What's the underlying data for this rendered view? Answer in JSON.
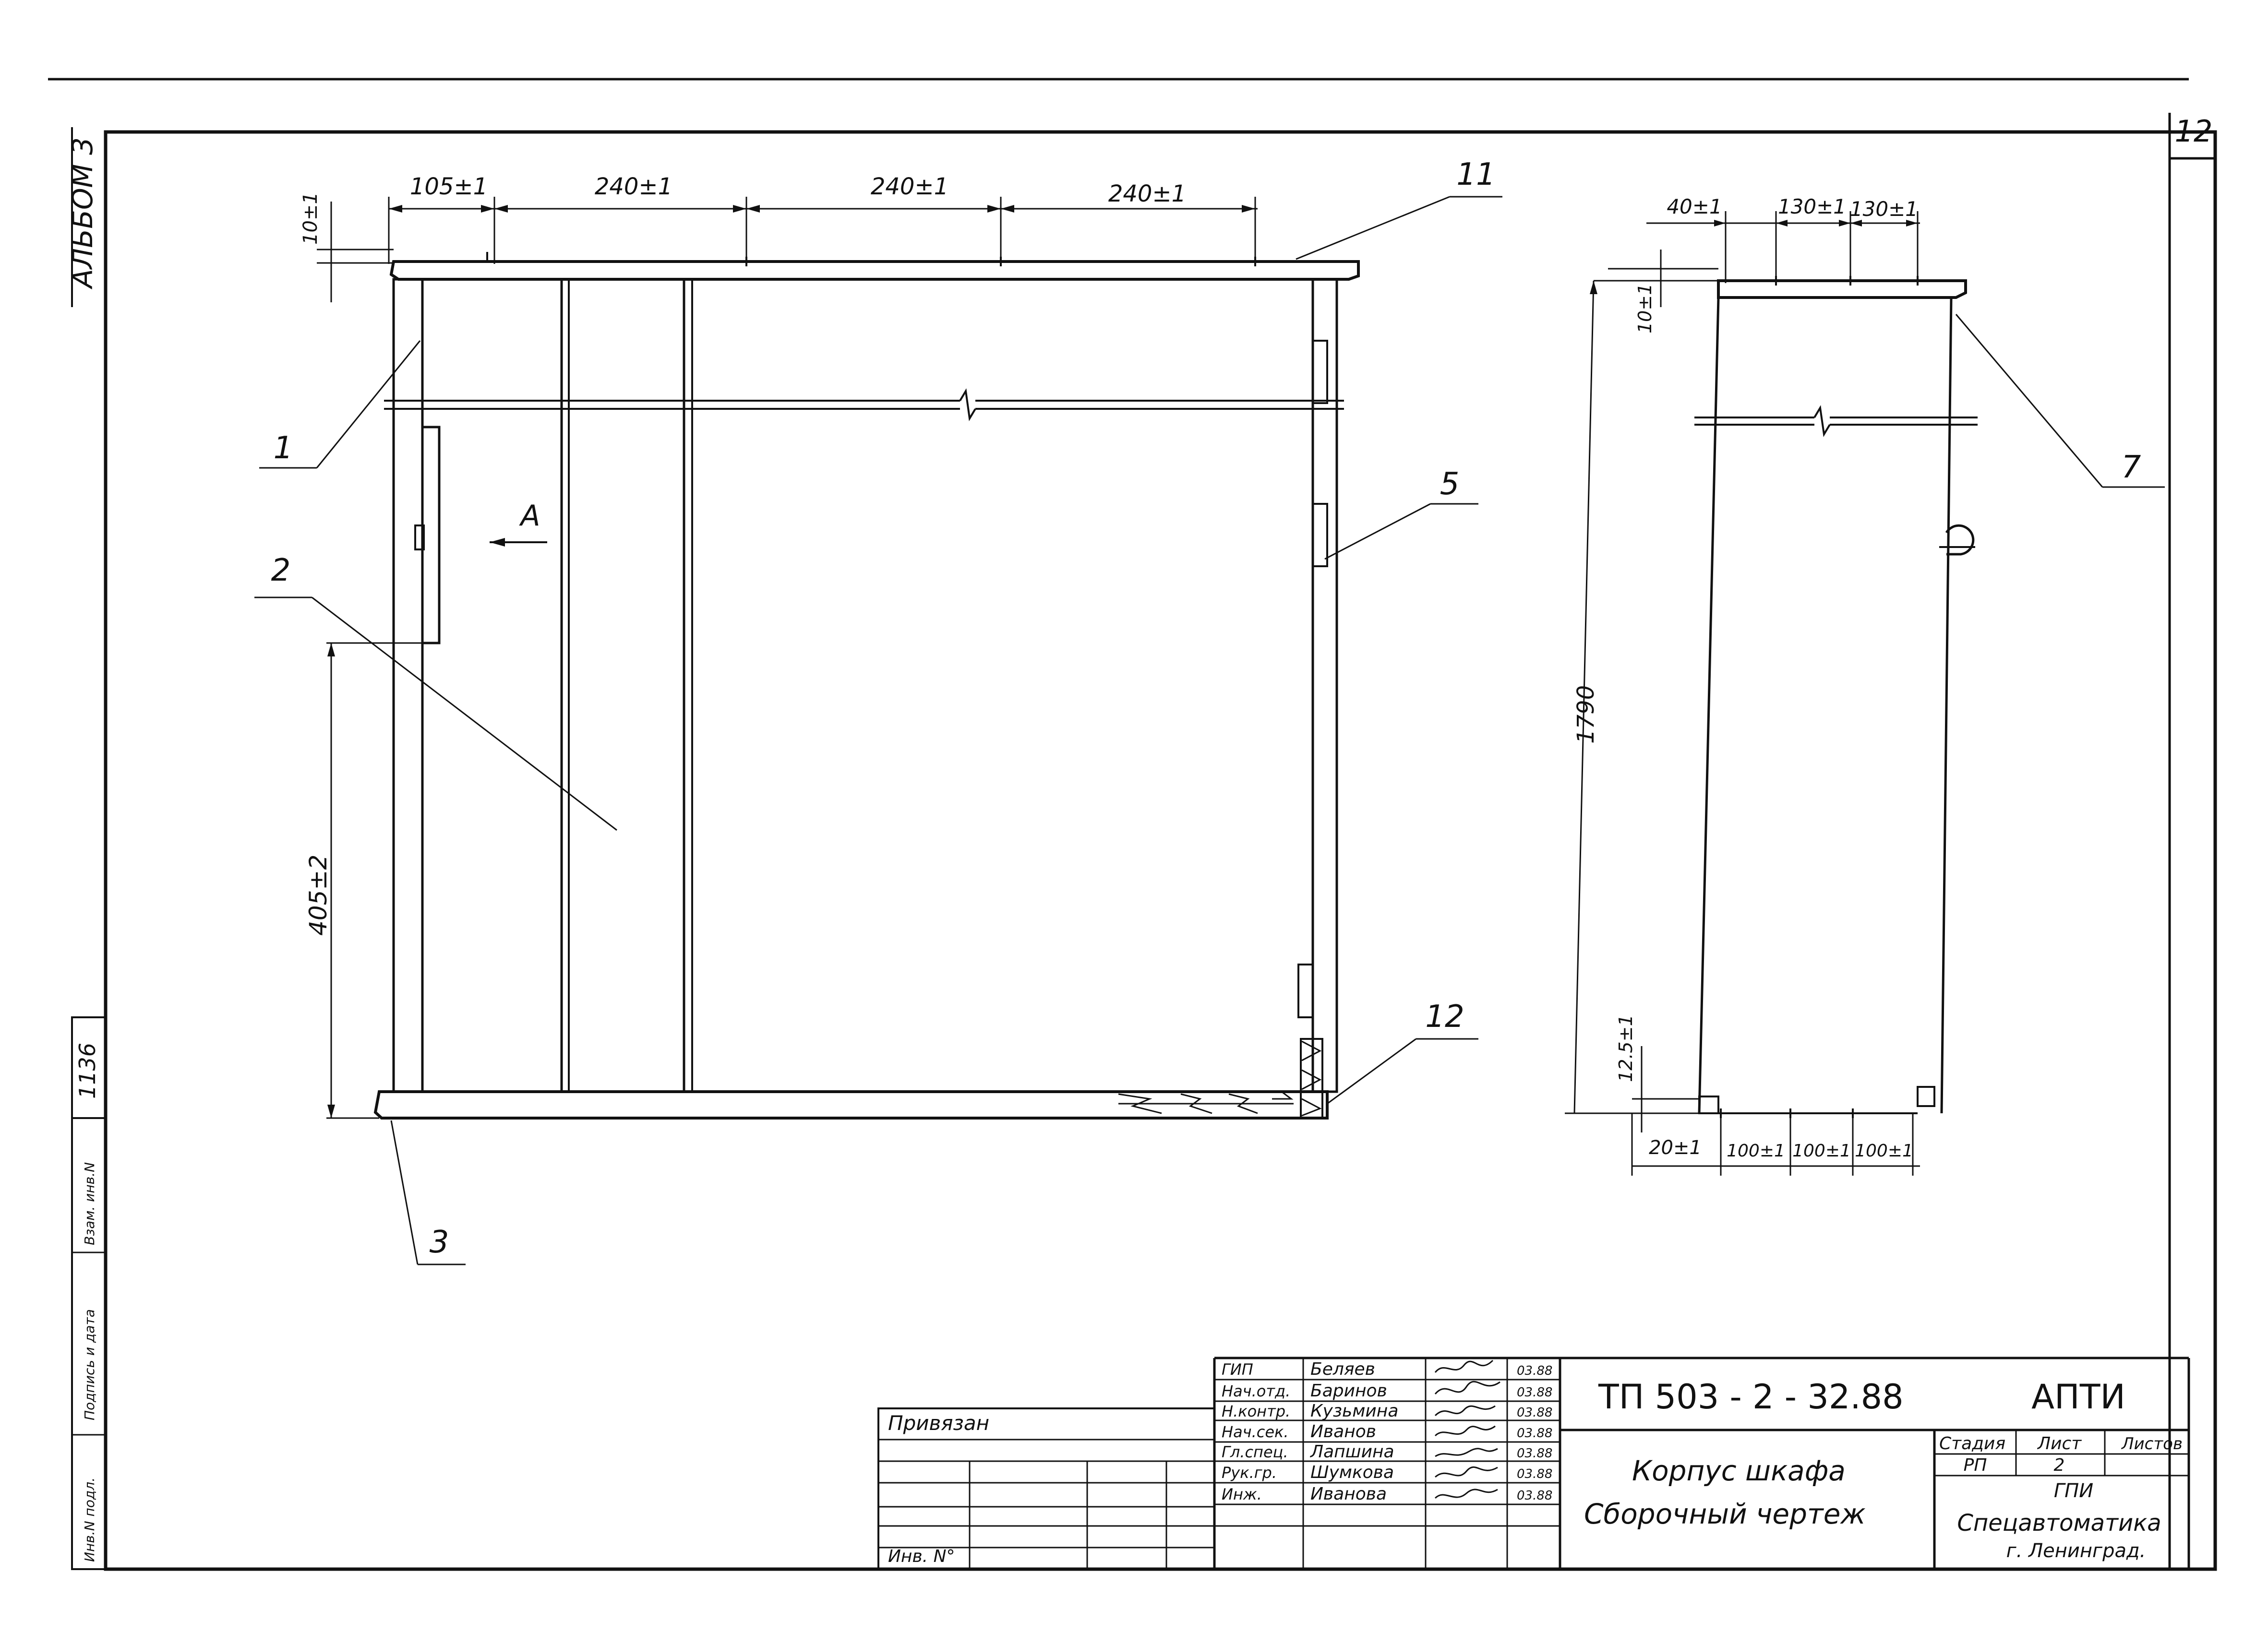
{
  "sheet": {
    "album_label": "АЛЬБОМ 3",
    "sheet_number": "12",
    "inventory_number": "1136"
  },
  "side_stamp": {
    "inv_no_orig": "Инв.N подл.",
    "signature_date": "Подпись и дата",
    "replaced_inv": "Взам. инв.N"
  },
  "front_view": {
    "dims_top": [
      "105±1",
      "240±1",
      "240±1",
      "240±1"
    ],
    "dim_top_offset": "10±1",
    "dim_height": "405±2",
    "section_mark": "A",
    "callouts": [
      "1",
      "2",
      "3",
      "5",
      "11",
      "12"
    ]
  },
  "side_view": {
    "dims_top": [
      "40±1",
      "130±1",
      "130±1"
    ],
    "dim_top_offset": "10±1",
    "dim_height": "1790",
    "dim_bottom_offset": "12.5±1",
    "dims_bottom": [
      "20±1",
      "100±1",
      "100±1",
      "100±1"
    ],
    "callouts": [
      "7"
    ]
  },
  "title_block": {
    "bound_label": "Привязан",
    "inv_label": "Инв. N°",
    "roles": [
      "ГИП",
      "Нач.отд.",
      "Н.контр.",
      "Нач.сек.",
      "Гл.спец.",
      "Рук.гр.",
      "Инж."
    ],
    "names": [
      "Беляев",
      "Баринов",
      "Кузьмина",
      "Иванов",
      "Лапшина",
      "Шумкова",
      "Иванова"
    ],
    "dates": [
      "03.88",
      "03.88",
      "03.88",
      "03.88",
      "03.88",
      "03.88",
      "03.88"
    ],
    "code": "ТП 503 - 2 - 32.88",
    "mark": "АПТИ",
    "title_line1": "Корпус шкафа",
    "title_line2": "Сборочный чертеж",
    "stage_label": "Стадия",
    "sheet_label": "Лист",
    "sheets_label": "Листов",
    "stage_value": "РП",
    "sheet_value": "2",
    "org_line1": "ГПИ",
    "org_line2": "Спецавтоматика",
    "org_line3": "г. Ленинград."
  }
}
